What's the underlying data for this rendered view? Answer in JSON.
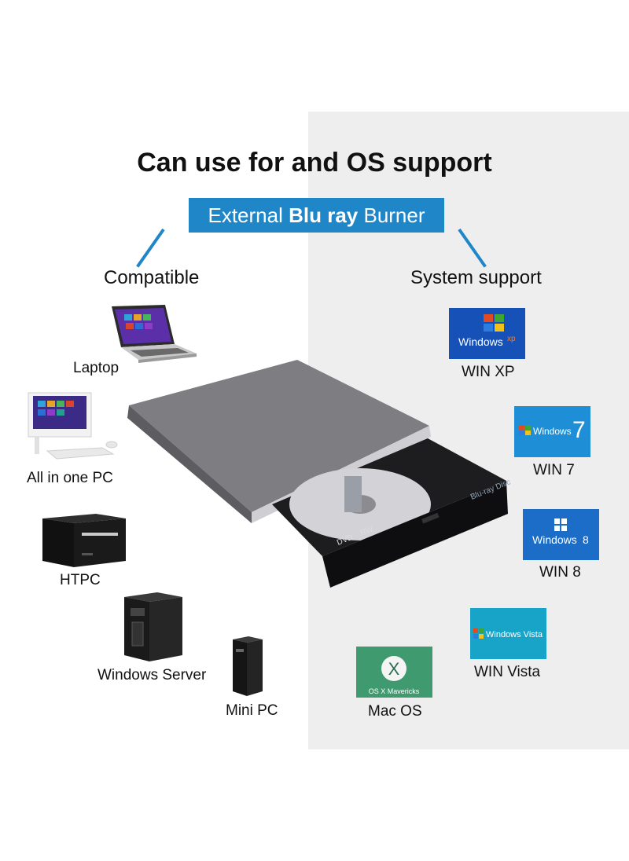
{
  "title": "Can use for and OS support",
  "banner": {
    "prefix": "External ",
    "bold": "Blu ray",
    "suffix": " Burner"
  },
  "left_header": "Compatible",
  "right_header": "System support",
  "devices": [
    "Laptop",
    "All in one PC",
    "HTPC",
    "Windows Server",
    "Mini PC"
  ],
  "os": [
    "WIN XP",
    "WIN 7",
    "WIN 8",
    "WIN Vista",
    "Mac OS"
  ],
  "logos": {
    "xp": "Windows",
    "xp_sup": "xp",
    "w7": "Windows",
    "w7_num": "7",
    "w8": "Windows",
    "w8_num": "8",
    "vista": "Windows Vista",
    "mac_x": "X",
    "mac": "OS X Mavericks"
  },
  "drive_labels": {
    "bluray": "Blu-ray Disc",
    "dvd": "DVD",
    "rw": "RW"
  },
  "colors": {
    "accent": "#1f86c8",
    "panel": "#eeeeee"
  }
}
